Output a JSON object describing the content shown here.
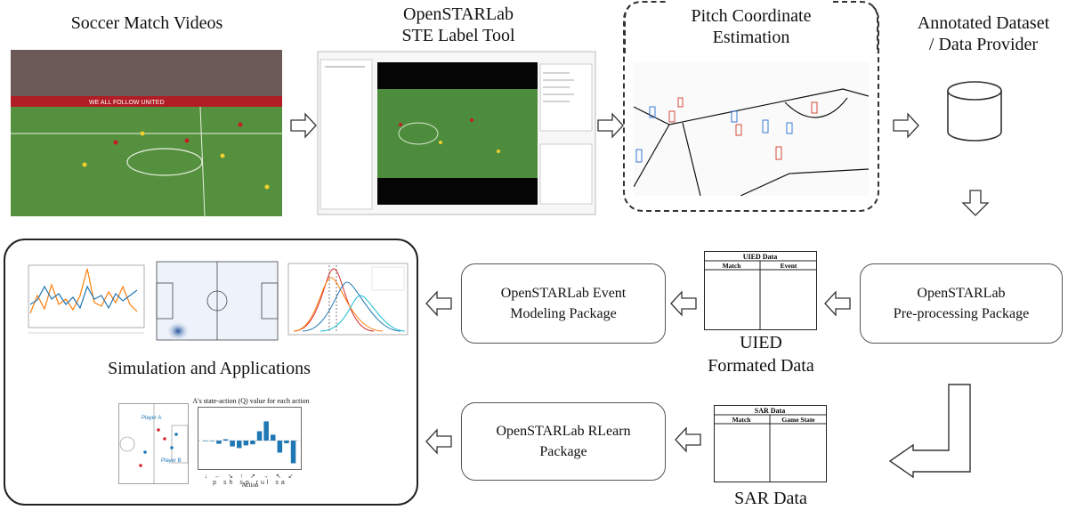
{
  "steps": {
    "videos": "Soccer Match Videos",
    "label_tool": [
      "OpenSTARLab",
      "STE Label Tool"
    ],
    "pitch": [
      "Pitch Coordinate",
      "Estimation"
    ],
    "dataset": [
      "Annotated Dataset",
      "/ Data Provider"
    ],
    "preprocessing": [
      "OpenSTARLab",
      "Pre-processing Package"
    ],
    "uied_caption": [
      "UIED",
      "Formated Data"
    ],
    "event_modeling": [
      "OpenSTARLab Event",
      "Modeling Package"
    ],
    "rlearn": [
      "OpenSTARLab RLearn",
      "Package"
    ],
    "sar_caption": "SAR Data",
    "simulation": "Simulation and Applications"
  },
  "uied_table": {
    "title": "UIED   Data",
    "columns": [
      "Match",
      "Event"
    ]
  },
  "sar_table": {
    "title": "SAR   Data",
    "columns": [
      "Match",
      "Game State"
    ]
  },
  "broadcast_banner": "WE ALL FOLLOW UNITED",
  "rl_chart_title": "A's state-action (Q) value for each action",
  "rl_players": [
    "Player A",
    "Player B"
  ],
  "rl_xlabel": "Action",
  "rl_q_values": [
    0.0,
    0.0,
    -0.12,
    0.05,
    -0.22,
    -0.28,
    -0.18,
    -0.14,
    0.35,
    0.72,
    0.22,
    -0.45,
    -0.1,
    -0.85
  ],
  "colors": {
    "arrow": "#ffffff",
    "stroke": "#333333",
    "q_bar": "#1f77b4",
    "pitch_green": "#3f7a34"
  }
}
